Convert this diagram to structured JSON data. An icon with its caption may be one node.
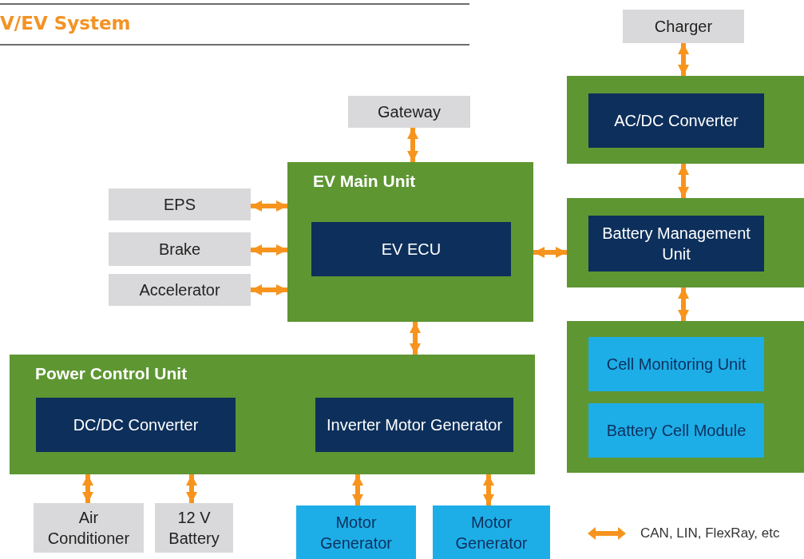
{
  "diagram": {
    "title": "V/EV System",
    "nodes": [
      {
        "text": [
          "Charger"
        ]
      },
      {
        "text": [],
        "shape": "box"
      },
      {
        "text": [
          "AC/DC Converter"
        ],
        "in": 1
      },
      {
        "text": [],
        "shape": "box"
      },
      {
        "text": [
          "Battery Management Unit"
        ],
        "in": 3
      },
      {
        "text": [],
        "shape": "box"
      },
      {
        "text": [
          "Cell Monitoring Unit"
        ],
        "in": 5
      },
      {
        "text": [
          "Battery Cell Module"
        ],
        "in": 5
      },
      {
        "text": [
          "Gateway"
        ]
      },
      {
        "text": [
          "EV Main Unit"
        ]
      },
      {
        "text": [
          "EV ECU"
        ],
        "in": 9
      },
      {
        "text": [
          "EPS"
        ]
      },
      {
        "text": [
          "Brake"
        ]
      },
      {
        "text": [
          "Accelerator"
        ]
      },
      {
        "text": [
          "Power Control Unit"
        ]
      },
      {
        "text": [
          "DC/DC Converter"
        ],
        "in": 14
      },
      {
        "text": [
          "Inverter Motor Generator"
        ],
        "in": 14
      },
      {
        "text": [
          "Air Conditioner"
        ]
      },
      {
        "text": [
          "12 V Battery"
        ]
      },
      {
        "text": [
          "Motor Generator"
        ]
      },
      {
        "text": [
          "Motor Generator"
        ]
      }
    ],
    "edges": [
      {
        "from": 0,
        "to": 1,
        "arrow": "both"
      },
      {
        "from": 1,
        "to": 3,
        "arrow": "both"
      },
      {
        "from": 3,
        "to": 5,
        "arrow": "both"
      },
      {
        "from": 8,
        "to": 9,
        "arrow": "both"
      },
      {
        "from": 11,
        "to": 9,
        "arrow": "both"
      },
      {
        "from": 12,
        "to": 9,
        "arrow": "both"
      },
      {
        "from": 13,
        "to": 9,
        "arrow": "both"
      },
      {
        "from": 9,
        "to": 3,
        "arrow": "both"
      },
      {
        "from": 9,
        "to": 14,
        "arrow": "both"
      },
      {
        "from": 14,
        "to": 17,
        "arrow": "both"
      },
      {
        "from": 14,
        "to": 18,
        "arrow": "both"
      },
      {
        "from": 14,
        "to": 19,
        "arrow": "both"
      },
      {
        "from": 14,
        "to": 20,
        "arrow": "both"
      }
    ],
    "legend": [
      {
        "text": "CAN, LIN, FlexRay, etc"
      }
    ]
  }
}
